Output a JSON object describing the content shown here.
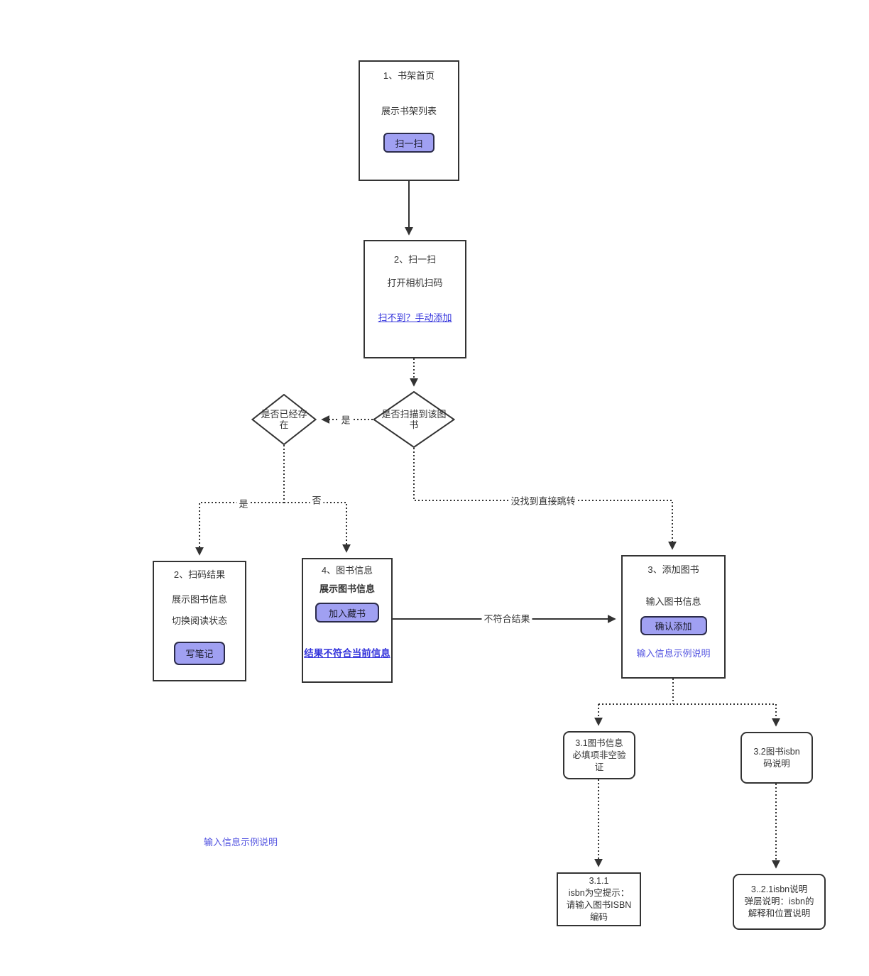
{
  "diagram": {
    "nodes": {
      "shelf_home": {
        "title": "1、书架首页",
        "body": "展示书架列表",
        "button": "扫一扫"
      },
      "scan": {
        "title": "2、扫一扫",
        "body": "打开相机扫码",
        "link": "扫不到？手动添加"
      },
      "decision_scanned": {
        "label": "是否扫描到该图书"
      },
      "decision_exists": {
        "label": "是否已经存在"
      },
      "scan_result": {
        "title": "2、扫码结果",
        "body1": "展示图书信息",
        "body2": "切换阅读状态",
        "button": "写笔记"
      },
      "book_info": {
        "title": "4、图书信息",
        "body": "展示图书信息",
        "button": "加入藏书",
        "link": "结果不符合当前信息"
      },
      "add_book": {
        "title": "3、添加图书",
        "body": "输入图书信息",
        "button": "确认添加",
        "link": "输入信息示例说明"
      },
      "field_validation": {
        "lines": [
          "3.1图书信息",
          "必填项非空验",
          "证"
        ]
      },
      "isbn_code_note": {
        "lines": [
          "3.2图书isbn",
          "码说明"
        ]
      },
      "isbn_empty_tip": {
        "lines": [
          "3.1.1",
          "isbn为空提示：",
          "请输入图书ISBN",
          "编码"
        ]
      },
      "isbn_popup_note": {
        "lines": [
          "3..2.1isbn说明",
          "弹层说明：isbn的",
          "解释和位置说明"
        ]
      }
    },
    "edges": {
      "exists_yes": "是",
      "branch_yes": "是",
      "branch_no": "否",
      "not_found": "没找到直接跳转",
      "mismatch": "不符合结果"
    },
    "floating_link": "输入信息示例说明"
  },
  "colors": {
    "line": "#333333",
    "box_border": "#333333",
    "button_fill": "#A0A0F2",
    "button_border": "#2B2B4A",
    "link_blue": "#3434DC",
    "note_link_blue": "#5152E0"
  }
}
